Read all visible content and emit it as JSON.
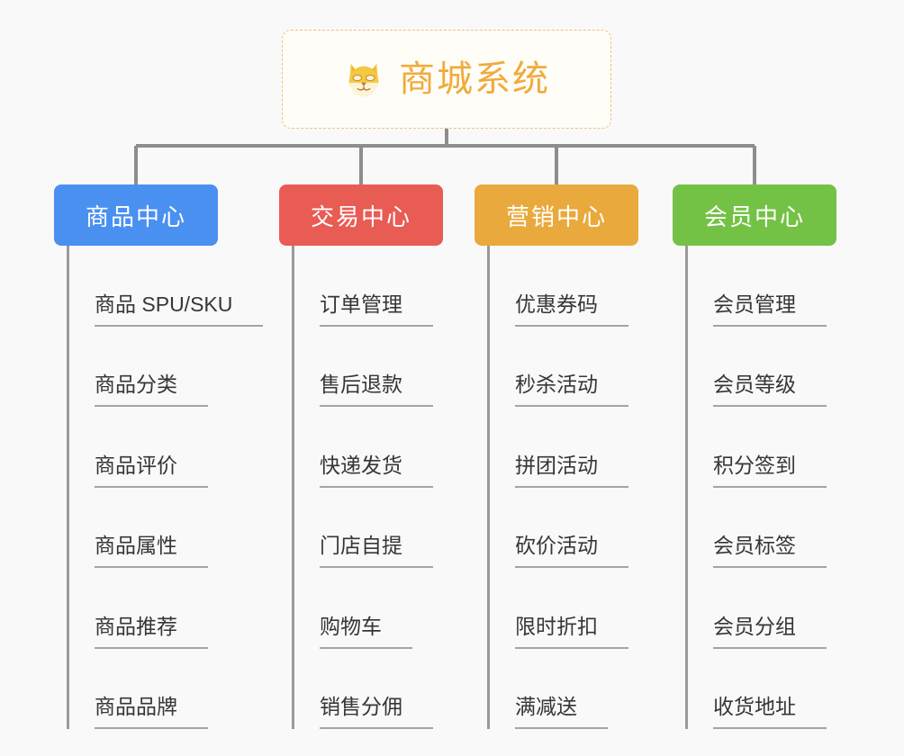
{
  "page": {
    "background_color": "#f9f9f9",
    "type": "mindmap"
  },
  "root": {
    "title": "商城系统",
    "icon": "dog-face-icon",
    "title_color": "#f0ab3c",
    "border_color": "#e8c57a"
  },
  "columns": [
    {
      "title": "商品中心",
      "color": "#4a90f0",
      "items": [
        "商品 SPU/SKU",
        "商品分类",
        "商品评价",
        "商品属性",
        "商品推荐",
        "商品品牌"
      ]
    },
    {
      "title": "交易中心",
      "color": "#e85c54",
      "items": [
        "订单管理",
        "售后退款",
        "快递发货",
        "门店自提",
        "购物车",
        "销售分佣"
      ]
    },
    {
      "title": "营销中心",
      "color": "#eaa93c",
      "items": [
        "优惠券码",
        "秒杀活动",
        "拼团活动",
        "砍价活动",
        "限时折扣",
        "满减送"
      ]
    },
    {
      "title": "会员中心",
      "color": "#74c245",
      "items": [
        "会员管理",
        "会员等级",
        "积分签到",
        "会员标签",
        "会员分组",
        "收货地址"
      ]
    }
  ]
}
